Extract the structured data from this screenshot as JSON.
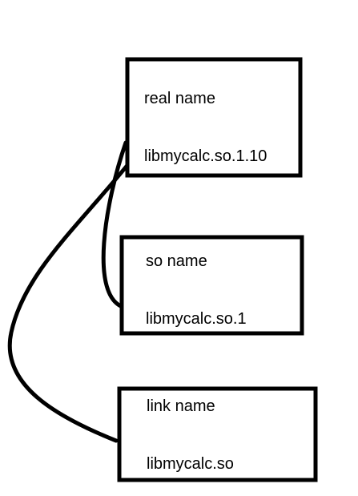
{
  "boxes": {
    "real": {
      "title": "real name",
      "value": "libmycalc.so.1.10"
    },
    "so": {
      "title": "so name",
      "value": "libmycalc.so.1"
    },
    "link": {
      "title": "link name",
      "value": "libmycalc.so"
    }
  },
  "connections": [
    {
      "from": "so",
      "to": "real"
    },
    {
      "from": "link",
      "to": "real"
    }
  ]
}
